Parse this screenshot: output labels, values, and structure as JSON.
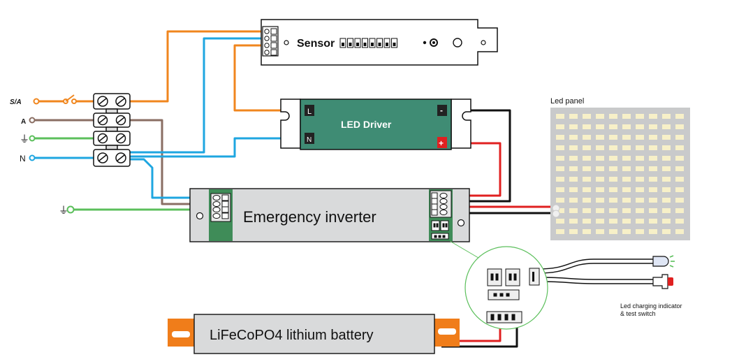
{
  "inputs": {
    "sa_label": "S/A",
    "a_label": "A",
    "earth_symbol": "⏚",
    "n_label": "N"
  },
  "sensor": {
    "label": "Sensor"
  },
  "driver": {
    "label": "LED Driver",
    "terminal_l": "L",
    "terminal_n": "N",
    "terminal_neg": "-",
    "terminal_pos": "+"
  },
  "inverter": {
    "label": "Emergency inverter"
  },
  "battery": {
    "label": "LiFeCoPO4 lithium battery"
  },
  "led_panel": {
    "label": "Led panel",
    "dot_color": "#f7f0c8",
    "panel_color": "#c9cacb"
  },
  "indicator": {
    "label_line1": "Led charging indicator",
    "label_line2": "& test switch"
  },
  "colors": {
    "live": "#f0861e",
    "neutral": "#1ea6e0",
    "brown": "#8a6e63",
    "earth": "#5bbf5b",
    "positive": "#e02020",
    "negative": "#111111",
    "driver_body": "#3f8c74",
    "inverter_body": "#d9dadb",
    "battery_body": "#d9dadb",
    "battery_bracket": "#f07d1a"
  }
}
